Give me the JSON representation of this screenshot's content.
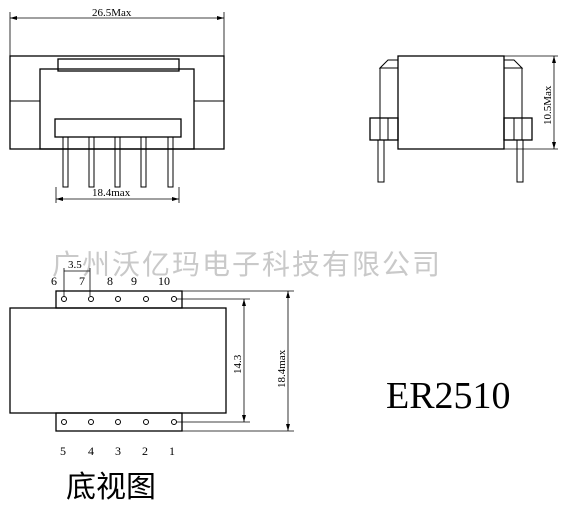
{
  "front_view": {
    "width_dim": "26.5Max",
    "pin_span_dim": "18.4max"
  },
  "side_view": {
    "height_dim": "10.5Max"
  },
  "watermark": "广州沃亿玛电子科技有限公司",
  "bottom_view": {
    "top_pins": [
      "6",
      "7",
      "8",
      "9",
      "10"
    ],
    "bottom_pins": [
      "5",
      "4",
      "3",
      "2",
      "1"
    ],
    "pitch_dim": "3.5",
    "row_spacing_dim": "14.3",
    "overall_dim": "18.4max",
    "caption": "底视图"
  },
  "model": "ER2510"
}
